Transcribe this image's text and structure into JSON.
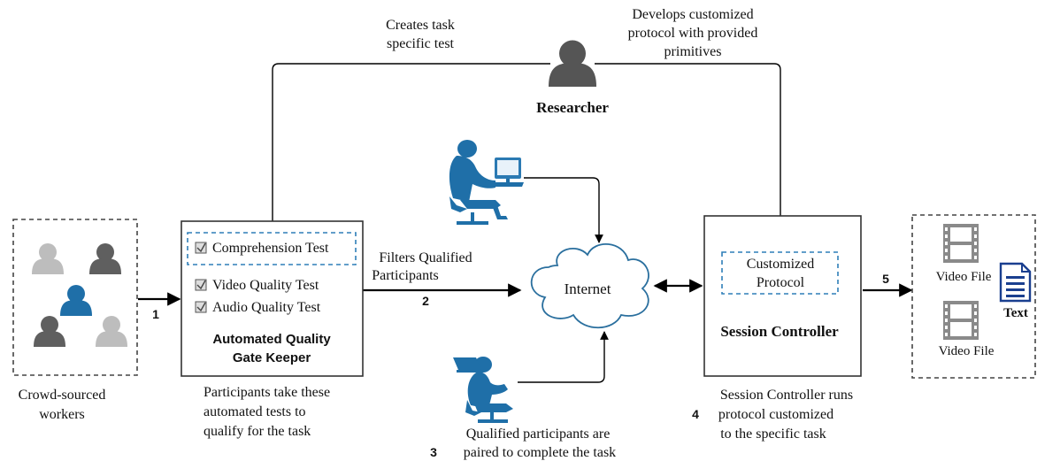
{
  "researcher": {
    "label": "Researcher",
    "left_note": [
      "Creates task",
      "specific test"
    ],
    "right_note": [
      "Develops customized",
      "protocol with provided",
      "primitives"
    ]
  },
  "crowd": {
    "caption": [
      "Crowd-sourced",
      "workers"
    ]
  },
  "gatekeeper": {
    "tests": [
      "Comprehension Test",
      "Video Quality Test",
      "Audio Quality Test"
    ],
    "title": [
      "Automated Quality",
      "Gate Keeper"
    ],
    "caption": [
      "Participants take these",
      "automated tests to",
      "qualify for the task"
    ]
  },
  "filters": {
    "label": [
      "Filters Qualified",
      "Participants"
    ]
  },
  "internet": {
    "label": "Internet"
  },
  "paired": {
    "caption": [
      "Qualified participants are",
      "paired to complete the task"
    ]
  },
  "session": {
    "protocol": [
      "Customized",
      "Protocol"
    ],
    "title": "Session Controller",
    "caption": [
      "Session Controller runs",
      "protocol customized",
      "to the specific task"
    ]
  },
  "outputs": {
    "video1": "Video File",
    "video2": "Video File",
    "text": "Text"
  },
  "steps": {
    "s1": "1",
    "s2": "2",
    "s3": "3",
    "s4": "4",
    "s5": "5"
  },
  "colors": {
    "blue": "#1f6fa8",
    "dark_gray": "#5f5f5f",
    "light_gray": "#bdbdbd",
    "dashed_blue": "#2f7fb8",
    "doc_blue": "#1a3f8f"
  },
  "icons": [
    "person-icon",
    "computer-user-icon",
    "laptop-user-icon",
    "cloud-icon",
    "film-strip-icon",
    "document-icon",
    "checkbox-icon"
  ]
}
